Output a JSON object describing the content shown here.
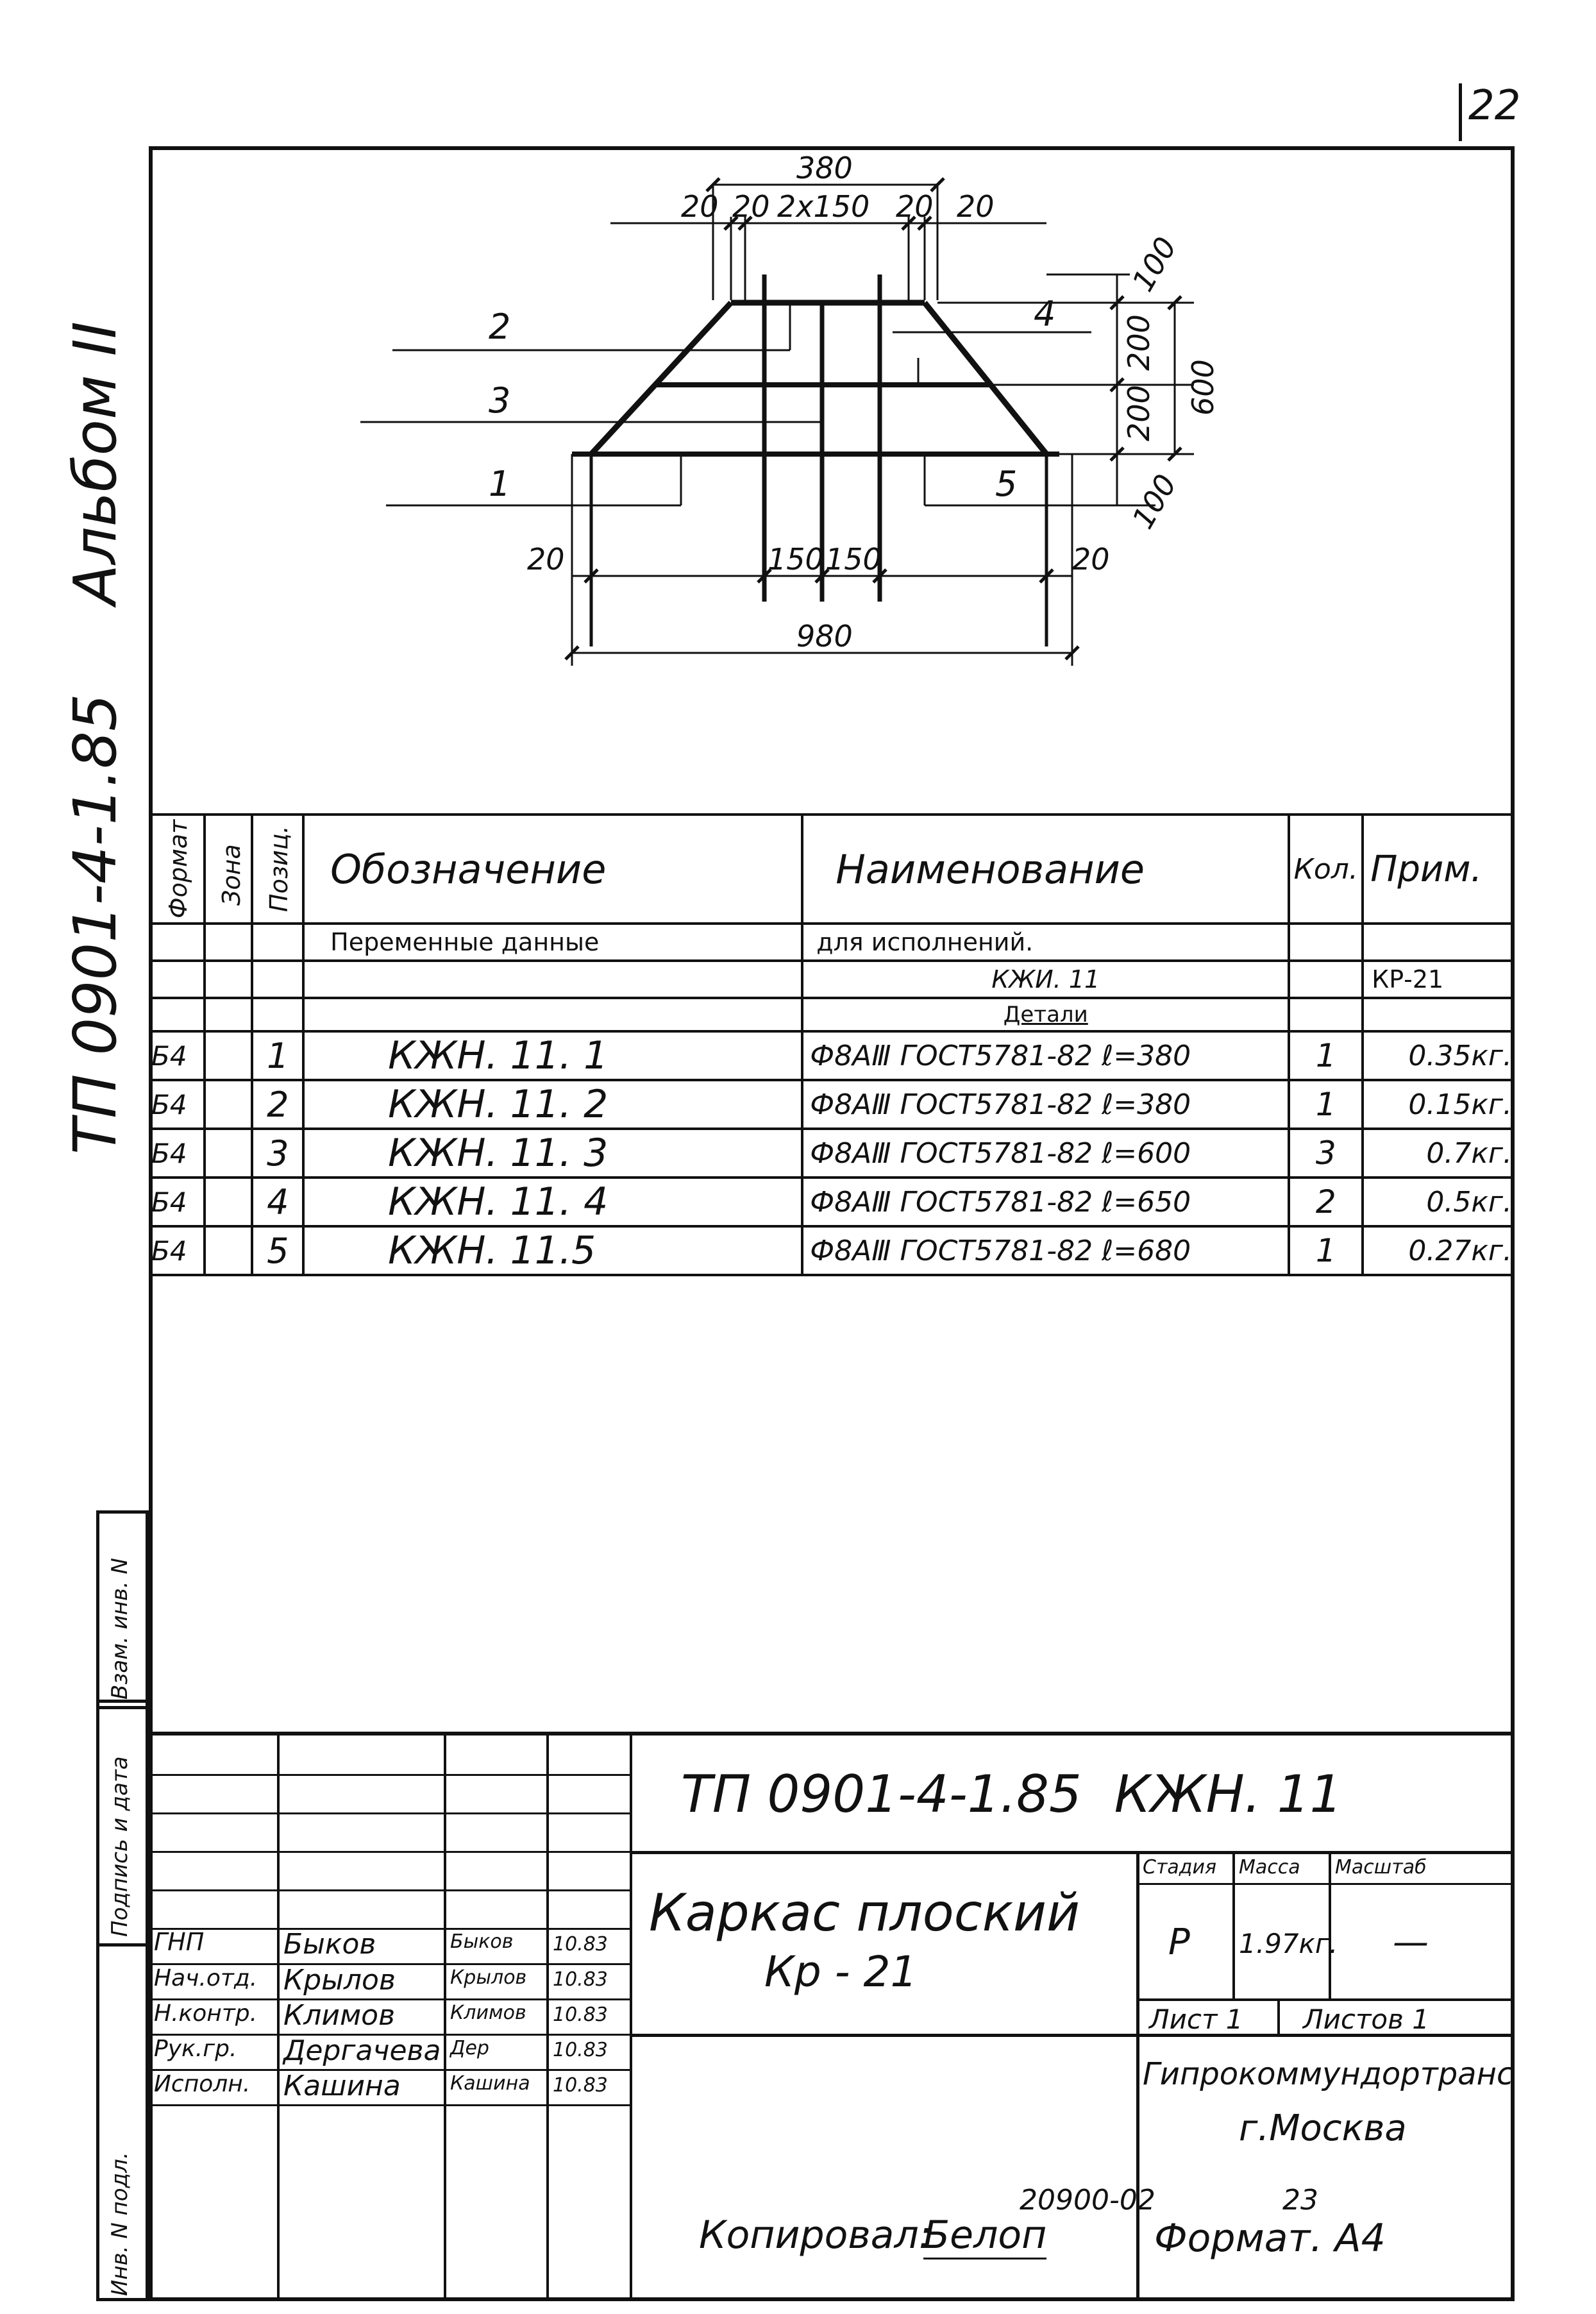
{
  "page_number": "22",
  "side_note": {
    "code": "ТП 0901-4-1.85",
    "album": "Альбом II"
  },
  "drawing": {
    "dims_top": {
      "total": "380",
      "left_outer": "20",
      "left_inner": "20",
      "middle": "2x150",
      "right_inner": "20",
      "right_outer": "20"
    },
    "dims_right": {
      "d1": "100",
      "d2": "200",
      "d3": "200",
      "d4": "100",
      "total": "600"
    },
    "dims_bottom": {
      "left": "20",
      "mid1": "150",
      "mid2": "150",
      "right": "20",
      "total": "980"
    },
    "positions": [
      "1",
      "2",
      "3",
      "4",
      "5"
    ]
  },
  "spec_table": {
    "headers": {
      "format": "Формат",
      "zone": "Зона",
      "pos": "Позиц.",
      "designation": "Обозначение",
      "name": "Наименование",
      "qty": "Кол.",
      "note": "Прим."
    },
    "variable_row": {
      "designation": "Переменные данные",
      "name": "для исполнений."
    },
    "variant_row": {
      "name": "КЖИ. 11",
      "note": "КР-21"
    },
    "details_row": {
      "name": "Детали"
    },
    "rows": [
      {
        "format": "Б4",
        "pos": "1",
        "designation": "КЖН. 11. 1",
        "name": "Ф8АⅢ ГОСТ5781-82 ℓ=380",
        "qty": "1",
        "note": "0.35кг."
      },
      {
        "format": "Б4",
        "pos": "2",
        "designation": "КЖН. 11. 2",
        "name": "Ф8АⅢ ГОСТ5781-82 ℓ=380",
        "qty": "1",
        "note": "0.15кг."
      },
      {
        "format": "Б4",
        "pos": "3",
        "designation": "КЖН. 11. 3",
        "name": "Ф8АⅢ ГОСТ5781-82 ℓ=600",
        "qty": "3",
        "note": "0.7кг."
      },
      {
        "format": "Б4",
        "pos": "4",
        "designation": "КЖН. 11. 4",
        "name": "Ф8АⅢ ГОСТ5781-82 ℓ=650",
        "qty": "2",
        "note": "0.5кг."
      },
      {
        "format": "Б4",
        "pos": "5",
        "designation": "КЖН. 11.5",
        "name": "Ф8АⅢ ГОСТ5781-82 ℓ=680",
        "qty": "1",
        "note": "0.27кг."
      }
    ]
  },
  "left_stamp": {
    "inv_orig": "Инв. N подл.",
    "sign_date": "Подпись и дата",
    "inv_repl": "Взам. инв. N"
  },
  "title_block": {
    "doc_code": "ТП 0901-4-1.85  КЖН. 11",
    "title_line1": "Каркас плоский",
    "title_line2": "Кр - 21",
    "stage_label": "Стадия",
    "mass_label": "Масса",
    "scale_label": "Масштаб",
    "stage": "Р",
    "mass": "1.97кг.",
    "scale": "—",
    "sheet": "Лист 1",
    "sheets": "Листов 1",
    "org_line1": "Гипрокоммундортранс",
    "org_line2": "г.Москва",
    "people": [
      {
        "role": "ГНП",
        "name": "Быков",
        "sign": "Быков",
        "date": "10.83"
      },
      {
        "role": "Нач.отд.",
        "name": "Крылов",
        "sign": "Крылов",
        "date": "10.83"
      },
      {
        "role": "Н.контр.",
        "name": "Климов",
        "sign": "Климов",
        "date": "10.83"
      },
      {
        "role": "Рук.гр.",
        "name": "Дергачева",
        "sign": "Дер",
        "date": "10.83"
      },
      {
        "role": "Исполн.",
        "name": "Кашина",
        "sign": "Кашина",
        "date": "10.83"
      }
    ]
  },
  "footer": {
    "copied": "Копировал:",
    "copier_sign": "Белоп",
    "order": "20900-02",
    "sheet_no": "23",
    "format": "Формат. А4"
  }
}
